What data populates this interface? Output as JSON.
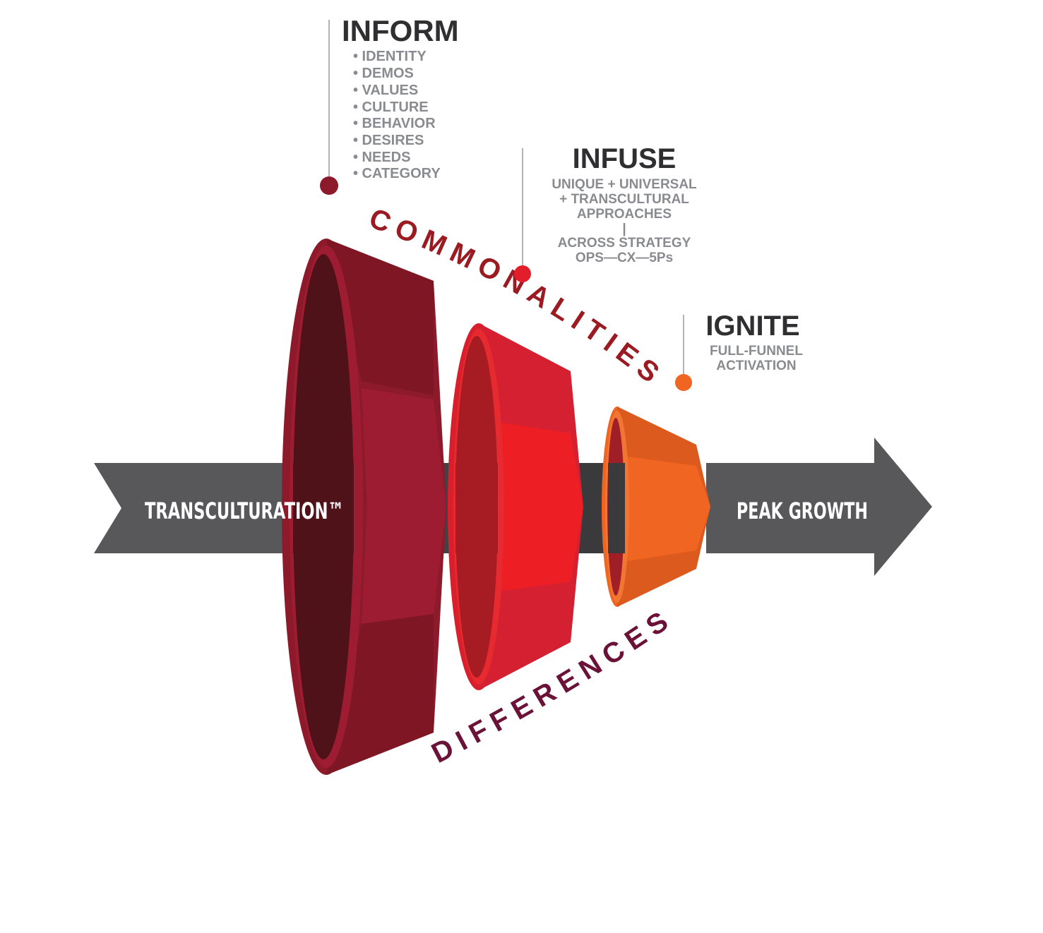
{
  "arrow": {
    "left_label": "TRANSCULTURATION™",
    "right_label": "PEAK GROWTH"
  },
  "inform": {
    "title": "INFORM",
    "items": [
      "• IDENTITY",
      "• DEMOS",
      "• VALUES",
      "• CULTURE",
      "• BEHAVIOR",
      "• DESIRES",
      "• NEEDS",
      "• CATEGORY"
    ]
  },
  "infuse": {
    "title": "INFUSE",
    "lines": [
      "UNIQUE + UNIVERSAL",
      "+ TRANSCULTURAL",
      "APPROACHES",
      "|",
      "ACROSS STRATEGY",
      "OPS—CX—5Ps"
    ]
  },
  "ignite": {
    "title": "IGNITE",
    "lines": [
      "FULL-FUNNEL",
      "ACTIVATION"
    ]
  },
  "curved_labels": {
    "top": "COMMONALITIES",
    "bottom": "DIFFERENCES"
  },
  "colors": {
    "ring_large": "#8c1a2a",
    "ring_medium": "#e21e2b",
    "ring_small": "#f06522",
    "commonalities_text": "#9b1b22",
    "differences_text": "#6a1237",
    "arrow": "#5a5a5c"
  }
}
